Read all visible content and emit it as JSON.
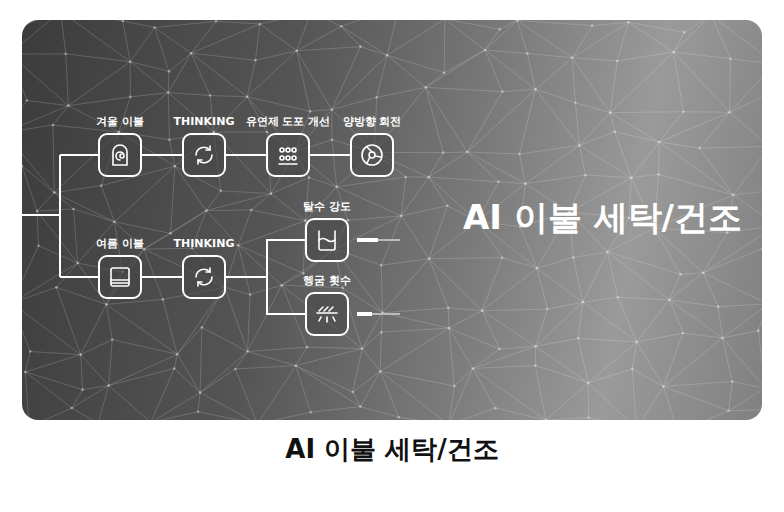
{
  "diagram": {
    "title": "AI 이불 세탁/건조",
    "caption": "AI 이불 세탁/건조",
    "nodes": [
      {
        "text": [
          "겨울 이불"
        ]
      },
      {
        "text": [
          "THINKING"
        ]
      },
      {
        "text": [
          "유연제 도포 개선"
        ]
      },
      {
        "text": [
          "양방향 회전"
        ]
      },
      {
        "text": [
          "여름 이불"
        ]
      },
      {
        "text": [
          "THINKING"
        ]
      },
      {
        "text": [
          "탈수 강도"
        ]
      },
      {
        "text": [
          "헹굼 횟수"
        ]
      }
    ],
    "edges": [
      {
        "from": 0,
        "to": 1,
        "arrow": "none"
      },
      {
        "from": 1,
        "to": 2,
        "arrow": "none"
      },
      {
        "from": 2,
        "to": 3,
        "arrow": "none"
      },
      {
        "from": 4,
        "to": 5,
        "arrow": "none"
      },
      {
        "from": 5,
        "to": 6,
        "arrow": "none"
      },
      {
        "from": 5,
        "to": 7,
        "arrow": "none"
      }
    ]
  }
}
